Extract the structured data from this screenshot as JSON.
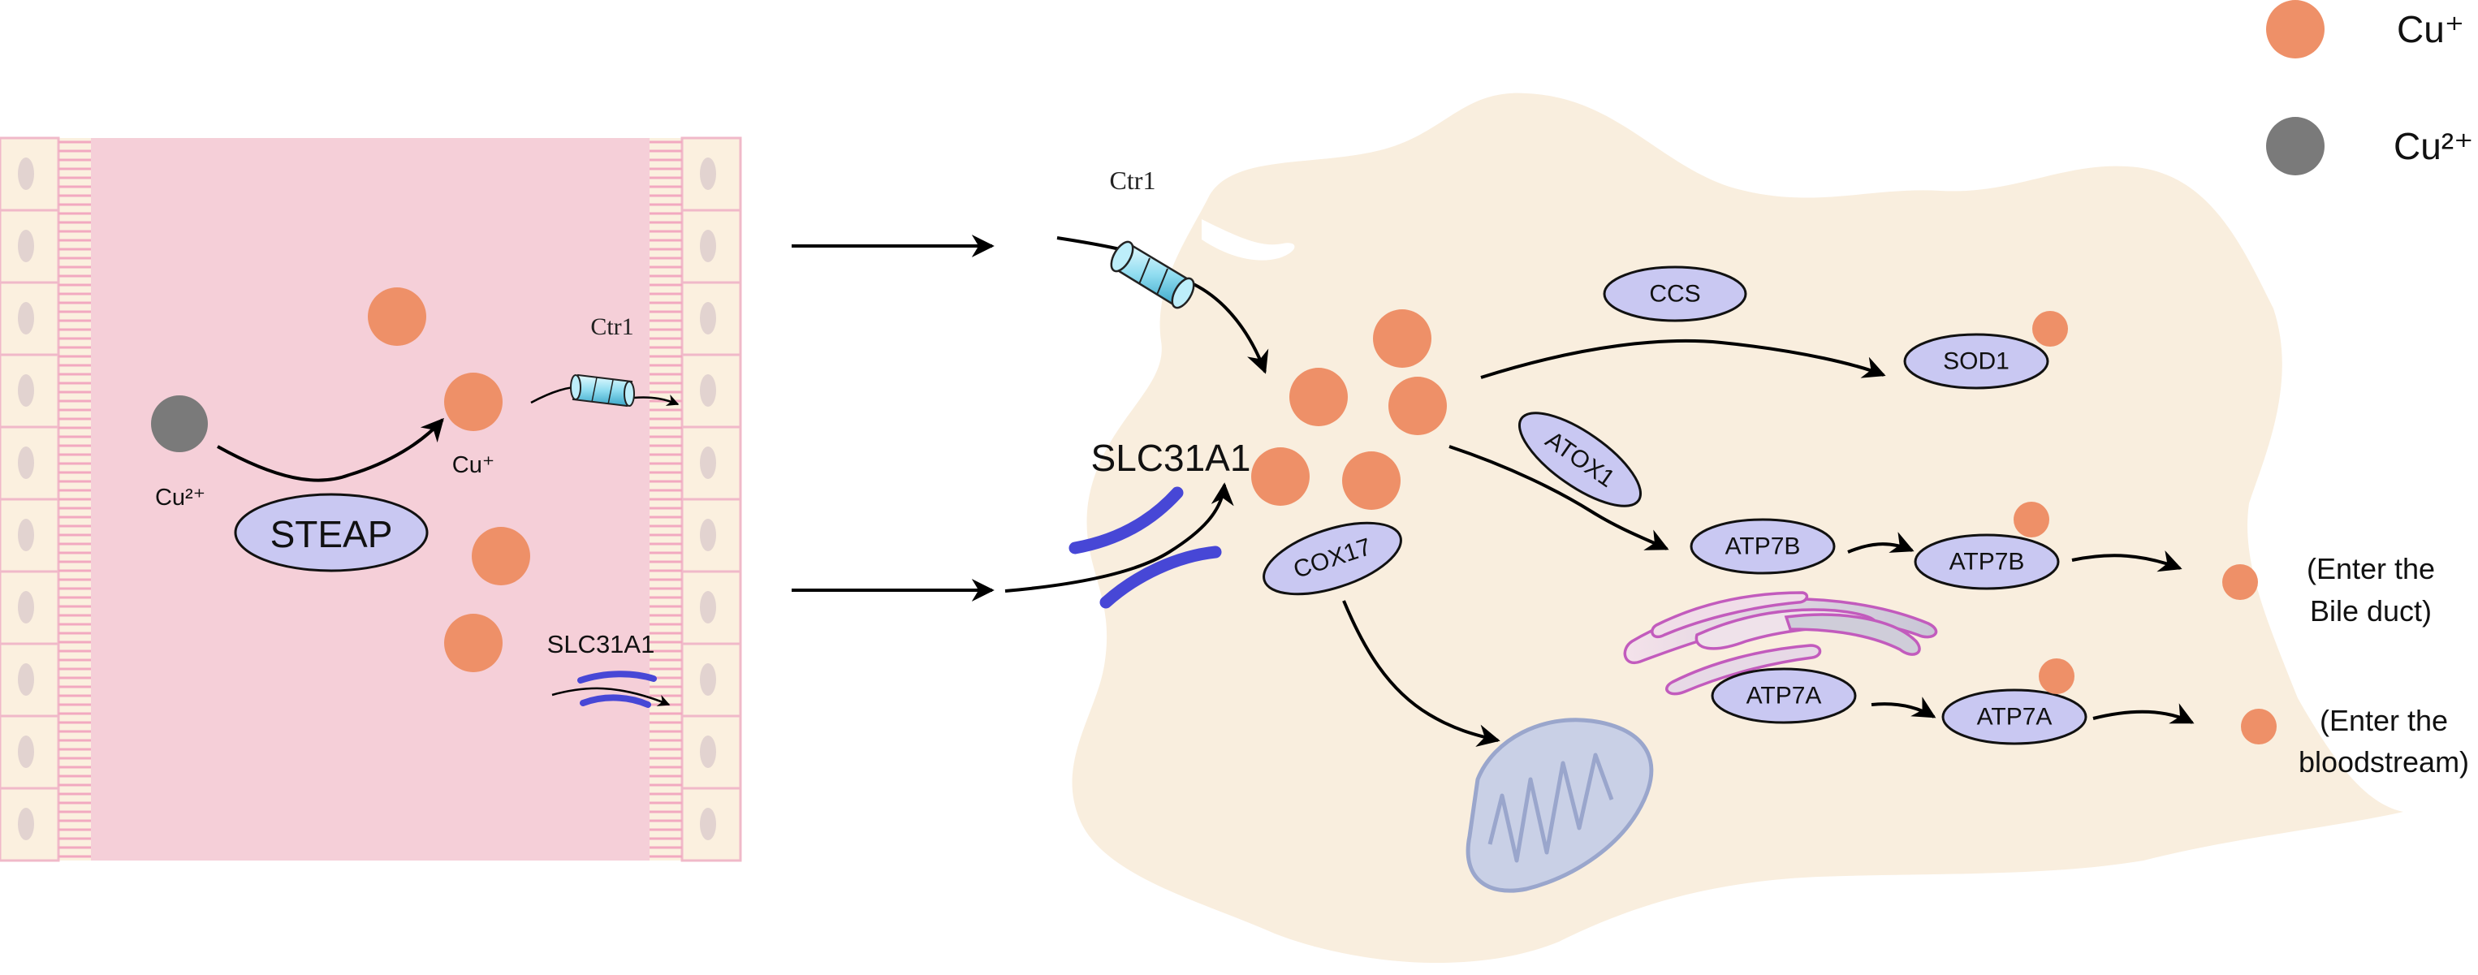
{
  "legend": {
    "cu_plus": "Cu⁺",
    "cu_2plus": "Cu²⁺"
  },
  "colors": {
    "cu_plus": "#ee9068",
    "cu_2plus": "#7a7a7a",
    "protein": "#c9c8f2",
    "channel_blue": "#4747d6",
    "intestine": "#f5cfd8",
    "cell": "#f9eede"
  },
  "intestine": {
    "cu2_label": "Cu²⁺",
    "cu1_label": "Cu⁺",
    "steap": "STEAP",
    "ctr1": "Ctr1",
    "slc31a1": "SLC31A1"
  },
  "cell": {
    "ctr1": "Ctr1",
    "slc31a1": "SLC31A1",
    "ccs": "CCS",
    "sod1": "SOD1",
    "atox1": "ATOX1",
    "cox17": "COX17",
    "atp7b_1": "ATP7B",
    "atp7b_2": "ATP7B",
    "atp7a_1": "ATP7A",
    "atp7a_2": "ATP7A"
  },
  "outputs": {
    "bile_line1": "(Enter the",
    "bile_line2": "Bile duct)",
    "blood_line1": "(Enter the",
    "blood_line2": "bloodstream)"
  }
}
